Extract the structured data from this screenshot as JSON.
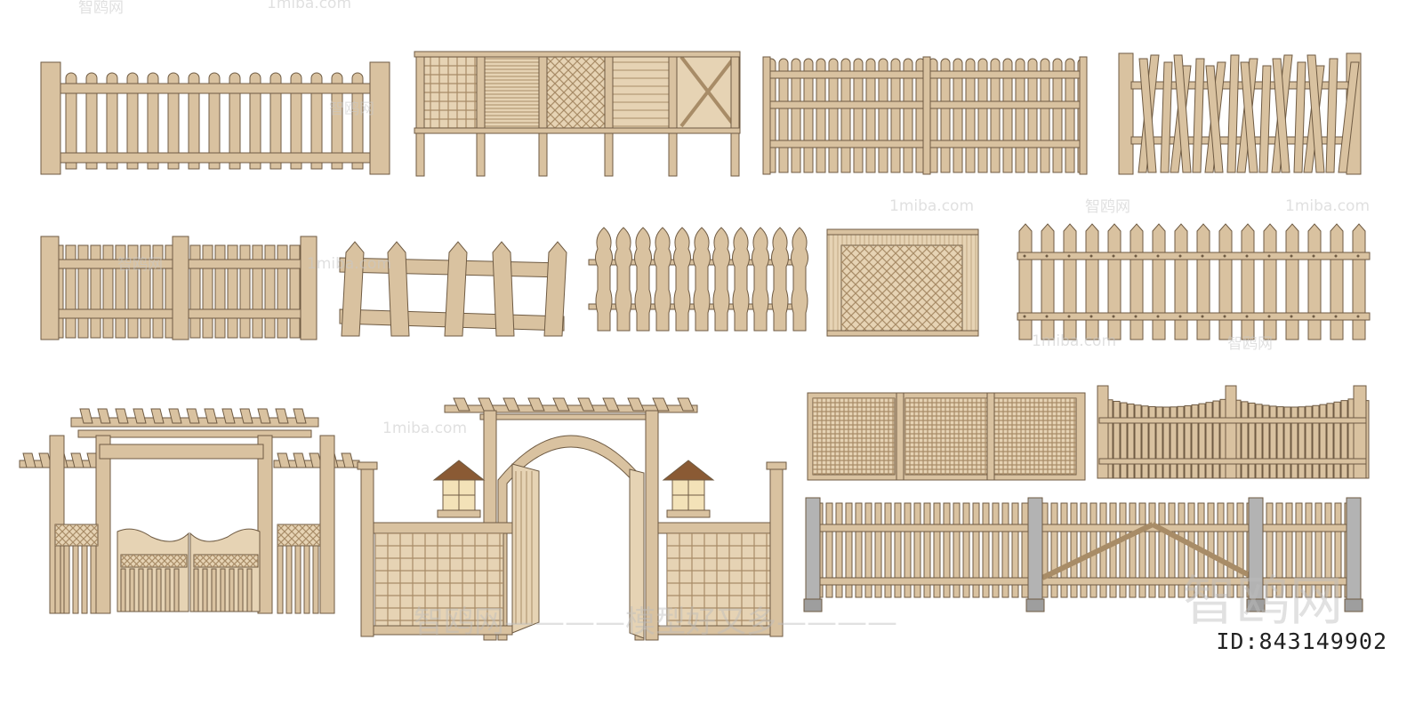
{
  "watermarks": {
    "brand_cn": "智鸥网",
    "brand_url": "1miba.com",
    "slogan": "智鸥网————模型好又多————"
  },
  "id_label": "ID:843149902",
  "colors": {
    "wood": "#d9c2a0",
    "wood_light": "#e6d3b4",
    "wood_dark": "#a88c67",
    "outline": "#6f5b43",
    "stone": "#b3b3b3",
    "roof": "#8a5a34",
    "window": "#f3e2b8"
  }
}
